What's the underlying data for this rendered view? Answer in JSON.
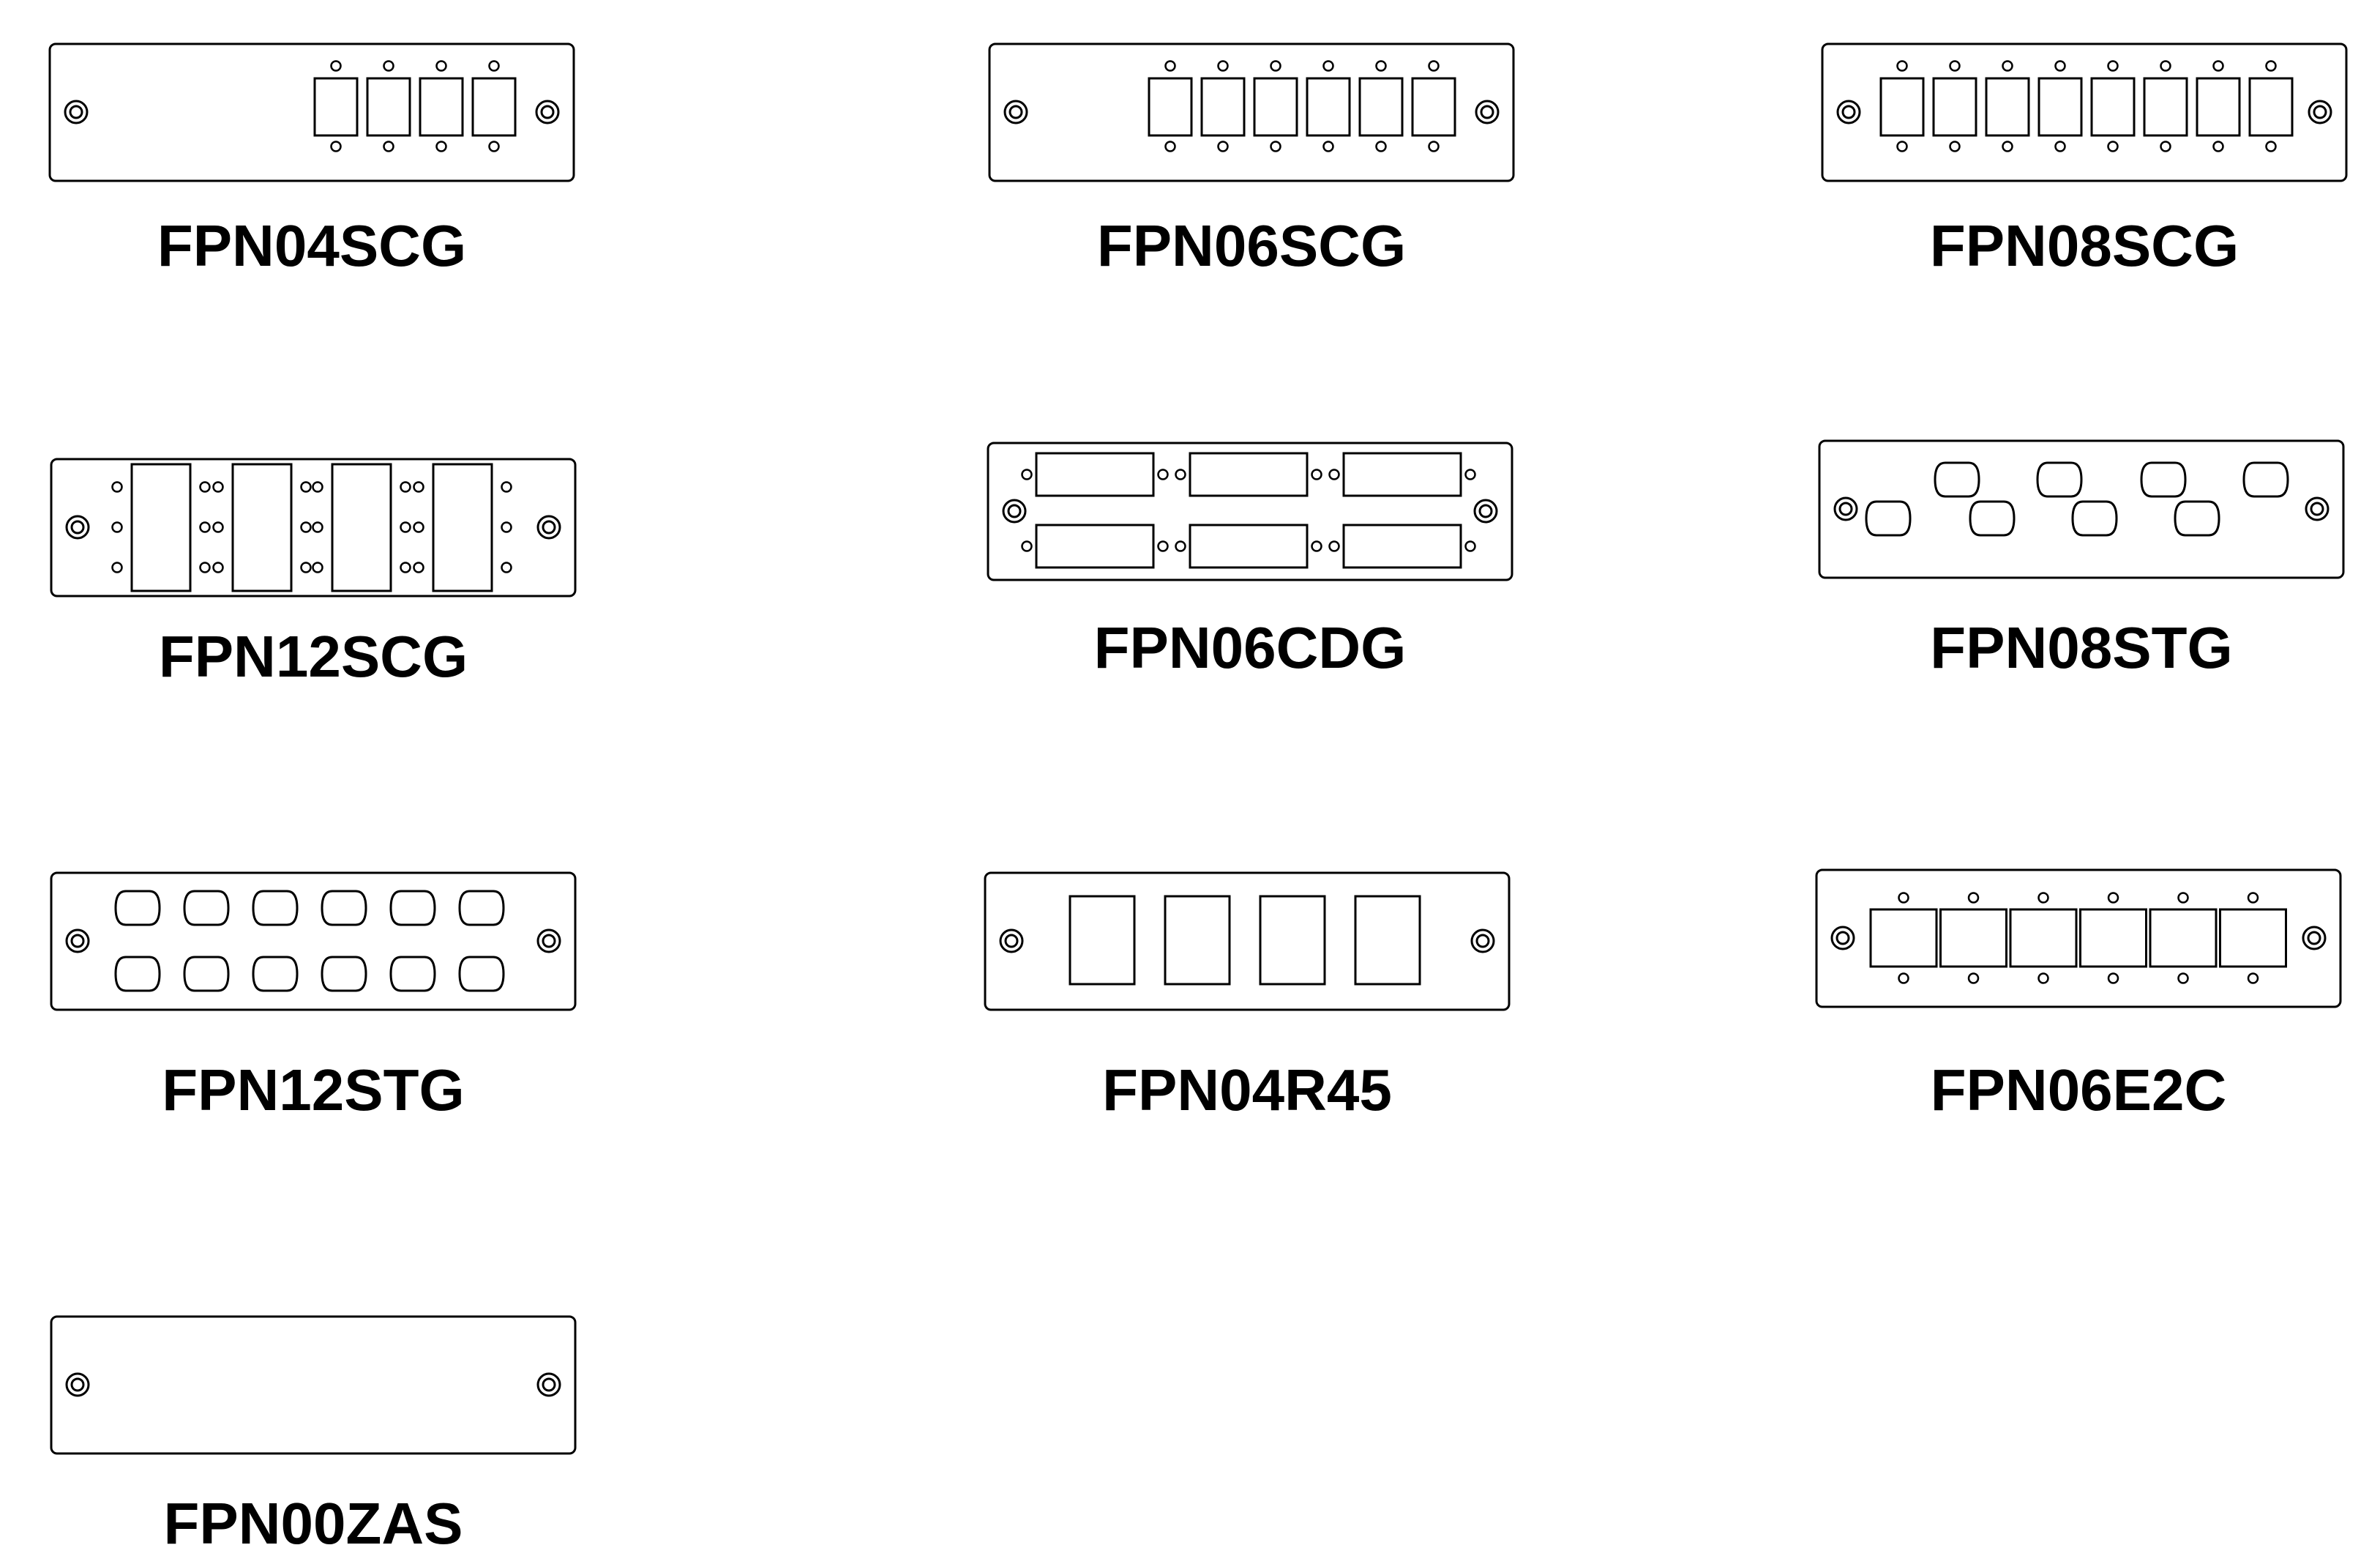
{
  "colors": {
    "stroke": "#000000",
    "background": "#ffffff"
  },
  "panels": [
    {
      "label": "FPN04SCG",
      "type": "sc",
      "ports": 4
    },
    {
      "label": "FPN06SCG",
      "type": "sc",
      "ports": 6
    },
    {
      "label": "FPN08SCG",
      "type": "sc",
      "ports": 8
    },
    {
      "label": "FPN12SCG",
      "type": "sc-duplex",
      "ports": 4
    },
    {
      "label": "FPN06CDG",
      "type": "dsub",
      "ports": 6
    },
    {
      "label": "FPN08STG",
      "type": "st-staggered",
      "ports": 8
    },
    {
      "label": "FPN12STG",
      "type": "st-grid",
      "ports": 12
    },
    {
      "label": "FPN04R45",
      "type": "rj45",
      "ports": 4
    },
    {
      "label": "FPN06E2C",
      "type": "e2c",
      "ports": 6
    },
    {
      "label": "FPN00ZAS",
      "type": "blank",
      "ports": 0
    }
  ]
}
